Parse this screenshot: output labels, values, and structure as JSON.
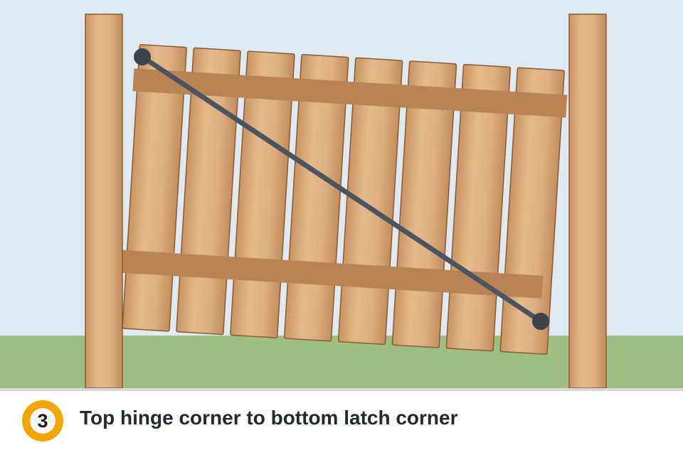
{
  "caption": {
    "step_number": "3",
    "text": "Top hinge corner to bottom latch corner"
  },
  "colors": {
    "sky": "#dfe9f2",
    "grass": "#9ebf83",
    "wood_light": "#ddb184",
    "wood_dark": "#c28d60",
    "rail": "#b98355",
    "outline": "#8a5a33",
    "brace_line": "#4a5560",
    "anchor_point": "#3b4248",
    "badge": "#f0a500"
  },
  "icons": {
    "step_badge": "numbered-circle",
    "anchor": "filled-circle"
  }
}
